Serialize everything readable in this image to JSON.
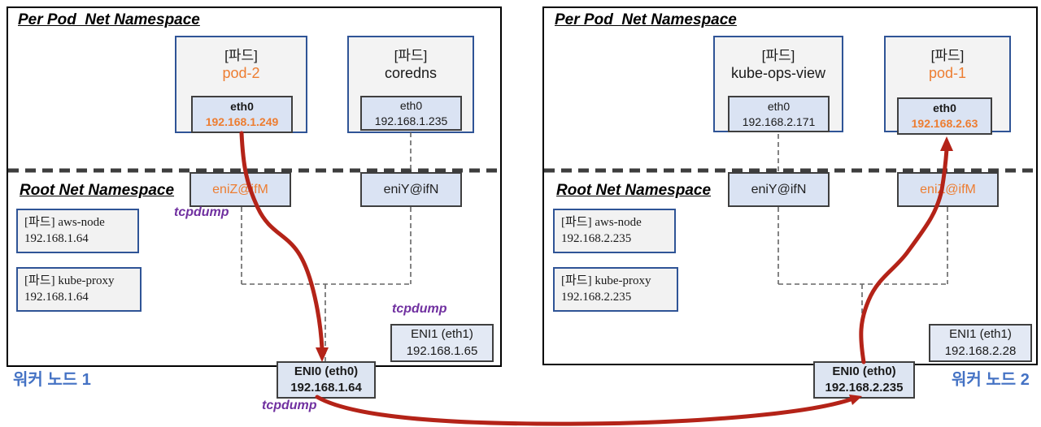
{
  "diagram": {
    "arrow_color": "#b42318",
    "highlight_color": "#ed7d31",
    "tcpdump_color": "#7030a0",
    "node_label_color": "#4472c4"
  },
  "labels": {
    "tcpdump": "tcpdump"
  },
  "node1": {
    "per_pod_title": "Per Pod  Net Namespace",
    "root_title": "Root Net Namespace",
    "node_label": "워커 노드 1",
    "pods": [
      {
        "tag": "[파드]",
        "name": "pod-2",
        "eth": "eth0",
        "ip": "192.168.1.249"
      },
      {
        "tag": "[파드]",
        "name": "coredns",
        "eth": "eth0",
        "ip": "192.168.1.235"
      }
    ],
    "veths": [
      {
        "label": "eniZ@ifM"
      },
      {
        "label": "eniY@ifN"
      }
    ],
    "root_pods": [
      {
        "tag": "[파드]",
        "name": "aws-node",
        "ip": "192.168.1.64"
      },
      {
        "tag": "[파드]",
        "name": "kube-proxy",
        "ip": "192.168.1.64"
      }
    ],
    "eni1": {
      "label": "ENI1 (eth1)",
      "ip": "192.168.1.65"
    },
    "eni0": {
      "label": "ENI0 (eth0)",
      "ip": "192.168.1.64"
    }
  },
  "node2": {
    "per_pod_title": "Per Pod  Net Namespace",
    "root_title": "Root Net Namespace",
    "node_label": "워커 노드 2",
    "pods": [
      {
        "tag": "[파드]",
        "name": "kube-ops-view",
        "eth": "eth0",
        "ip": "192.168.2.171"
      },
      {
        "tag": "[파드]",
        "name": "pod-1",
        "eth": "eth0",
        "ip": "192.168.2.63"
      }
    ],
    "veths": [
      {
        "label": "eniY@ifN"
      },
      {
        "label": "eniZ@ifM"
      }
    ],
    "root_pods": [
      {
        "tag": "[파드]",
        "name": "aws-node",
        "ip": "192.168.2.235"
      },
      {
        "tag": "[파드]",
        "name": "kube-proxy",
        "ip": "192.168.2.235"
      }
    ],
    "eni1": {
      "label": "ENI1 (eth1)",
      "ip": "192.168.2.28"
    },
    "eni0": {
      "label": "ENI0 (eth0)",
      "ip": "192.168.2.235"
    }
  }
}
